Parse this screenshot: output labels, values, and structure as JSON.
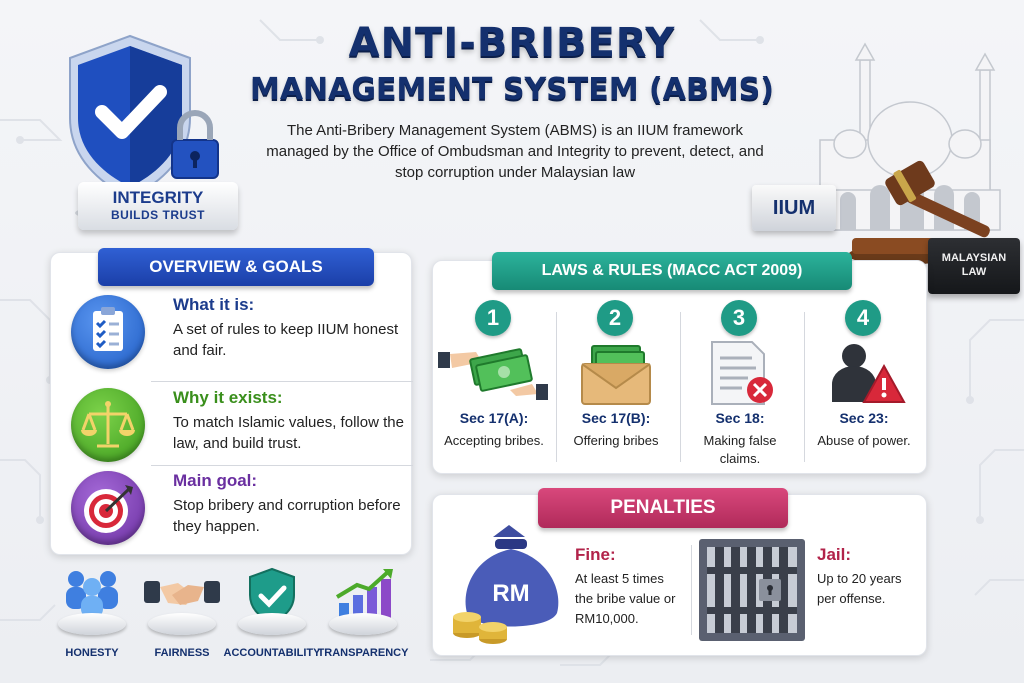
{
  "title": {
    "line1": "ANTI-BRIBERY",
    "line2": "MANAGEMENT SYSTEM (ABMS)",
    "description": "The Anti-Bribery Management System (ABMS) is an IIUM framework managed by the Office of Ombudsman and Integrity to prevent, detect, and stop corruption under Malaysian law"
  },
  "badge": {
    "line1": "INTEGRITY",
    "line2": "BUILDS TRUST",
    "icon": "shield-check-lock-icon"
  },
  "iium_plaque": "IIUM",
  "law_book": {
    "line1": "MALAYSIAN",
    "line2": "LAW"
  },
  "overview": {
    "heading": "OVERVIEW & GOALS",
    "items": [
      {
        "title": "What it is:",
        "text": "A set of rules to keep IIUM honest and fair.",
        "icon": "clipboard-checklist-icon",
        "color": "#2a6fd6",
        "title_color": "#1c3c8c"
      },
      {
        "title": "Why it exists:",
        "text": "To match Islamic values, follow the law, and build trust.",
        "icon": "scales-icon",
        "color": "#4caa2a",
        "title_color": "#3a8f1c"
      },
      {
        "title": "Main goal:",
        "text": "Stop bribery and corruption before they happen.",
        "icon": "target-icon",
        "color": "#7b3fb5",
        "title_color": "#6a2fa0"
      }
    ]
  },
  "values": [
    {
      "label": "HONESTY",
      "icon": "people-icon"
    },
    {
      "label": "FAIRNESS",
      "icon": "handshake-icon"
    },
    {
      "label": "ACCOUNTABILITY",
      "icon": "shield-check-icon"
    },
    {
      "label": "TRANSPARENCY",
      "icon": "growth-chart-icon"
    }
  ],
  "laws": {
    "heading": "LAWS & RULES (MACC ACT 2009)",
    "items": [
      {
        "num": "1",
        "section": "Sec 17(A):",
        "text": "Accepting bribes.",
        "icon": "money-exchange-icon"
      },
      {
        "num": "2",
        "section": "Sec 17(B):",
        "text": "Offering bribes",
        "icon": "money-envelope-icon"
      },
      {
        "num": "3",
        "section": "Sec 18:",
        "text": "Making false claims.",
        "icon": "false-document-icon"
      },
      {
        "num": "4",
        "section": "Sec 23:",
        "text": "Abuse of power.",
        "icon": "person-warning-icon"
      }
    ]
  },
  "penalties": {
    "heading": "PENALTIES",
    "fine": {
      "title": "Fine:",
      "text": "At least 5 times the bribe value or RM10,000.",
      "icon": "money-bag-icon",
      "bag_label": "RM"
    },
    "jail": {
      "title": "Jail:",
      "text": "Up to 20 years per offense.",
      "icon": "jail-cell-icon"
    }
  },
  "colors": {
    "navy": "#14306e",
    "overview_pill": "#2148b8",
    "laws_pill": "#1f9b86",
    "penalties_pill": "#c5356a"
  }
}
